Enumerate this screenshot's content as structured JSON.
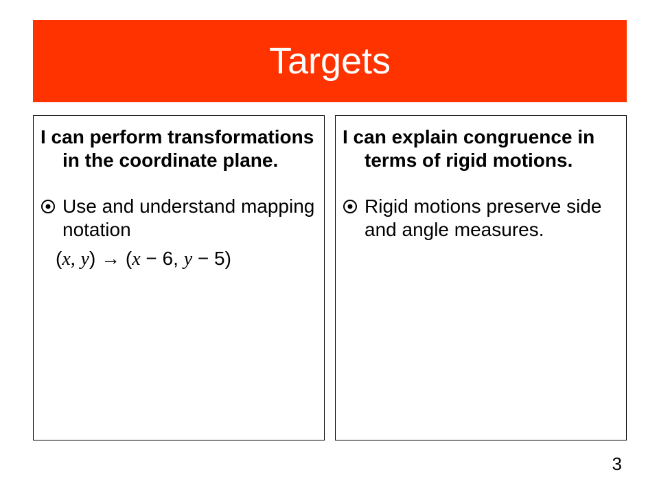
{
  "title": "Targets",
  "left_panel": {
    "heading": "I can perform transformations in the coordinate plane.",
    "bullet": "Use and understand mapping notation",
    "formula": {
      "open1": "(",
      "x": "x,",
      "y": "y",
      "mid": ") → (",
      "x2": "x",
      "minus6": " − 6, ",
      "y2": "y",
      "minus5": " − 5)"
    }
  },
  "right_panel": {
    "heading": "I can explain congruence in terms of rigid motions.",
    "bullet": "Rigid motions preserve side and angle measures."
  },
  "page_number": "3",
  "colors": {
    "title_bar": "#ff3300",
    "title_text": "#ffffff"
  },
  "icons": {
    "bullet": "circled-dot-bullet-icon"
  }
}
